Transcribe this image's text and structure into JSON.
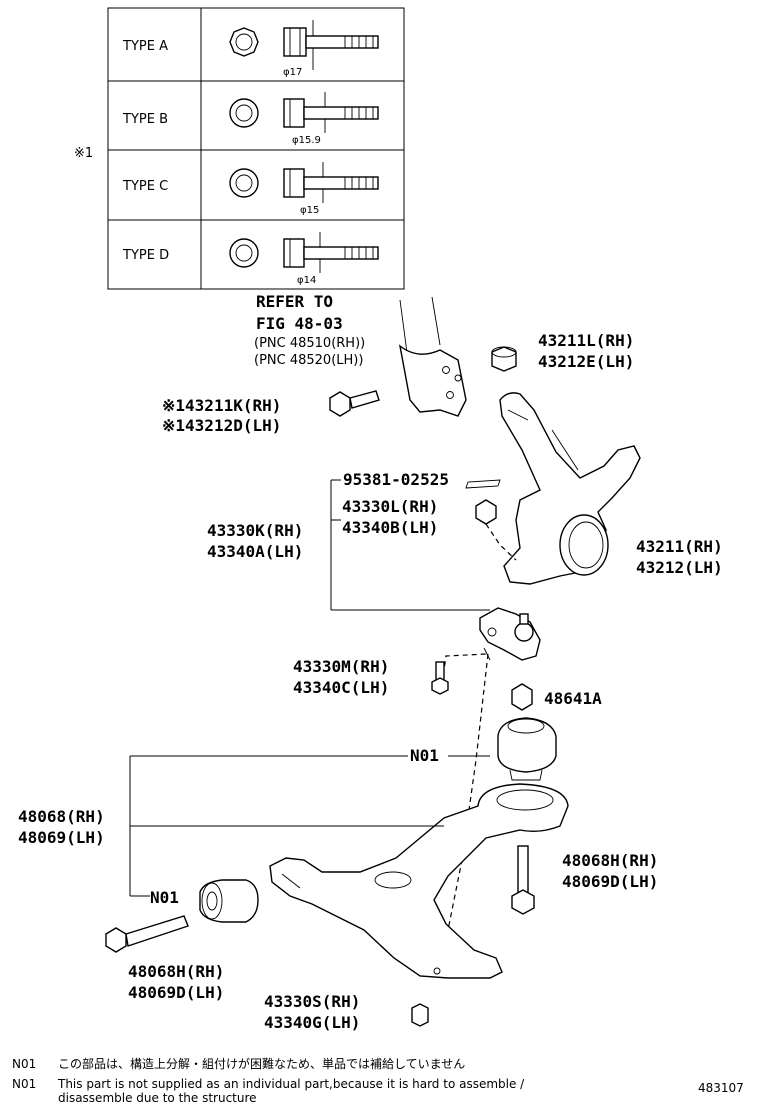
{
  "type_table": {
    "marker": "※1",
    "rows": [
      {
        "label": "TYPE A",
        "dia": "φ17"
      },
      {
        "label": "TYPE B",
        "dia": "φ15.9"
      },
      {
        "label": "TYPE C",
        "dia": "φ15"
      },
      {
        "label": "TYPE D",
        "dia": "φ14"
      }
    ]
  },
  "refer": {
    "line1": "REFER TO",
    "line2": "FIG 48-03",
    "line3": "(PNC 48510(RH))",
    "line4": "(PNC 48520(LH))"
  },
  "labels": {
    "nut_43211L": "43211L(RH)",
    "nut_43212E": "43212E(LH)",
    "bolt_43211K": "※143211K(RH)",
    "bolt_43212D": "※143212D(LH)",
    "pin_95381": "95381-02525",
    "nut_43330L": "43330L(RH)",
    "nut_43340B": "43340B(LH)",
    "joint_43330K": "43330K(RH)",
    "joint_43340A": "43340A(LH)",
    "knuckle_43211": "43211(RH)",
    "knuckle_43212": "43212(LH)",
    "bolt_43330M": "43330M(RH)",
    "bolt_43340C": "43340C(LH)",
    "nut_48641A": "48641A",
    "n01_top": "N01",
    "arm_48068": "48068(RH)",
    "arm_48069": "48069(LH)",
    "n01_bottom": "N01",
    "bolt_48068H_right": "48068H(RH)",
    "bolt_48069D_right": "48069D(LH)",
    "bolt_48068H_left": "48068H(RH)",
    "bolt_48069D_left": "48069D(LH)",
    "nut_43330S": "43330S(RH)",
    "nut_43340G": "43340G(LH)"
  },
  "notes": {
    "jp_code": "N01",
    "jp_text": "この部品は、構造上分解・組付けが困難なため、単品では補給していません",
    "en_code": "N01",
    "en_text_1": "This part is not supplied as an individual part,because it is hard to assemble /",
    "en_text_2": "disassemble due to the structure"
  },
  "figure_number": "483107"
}
